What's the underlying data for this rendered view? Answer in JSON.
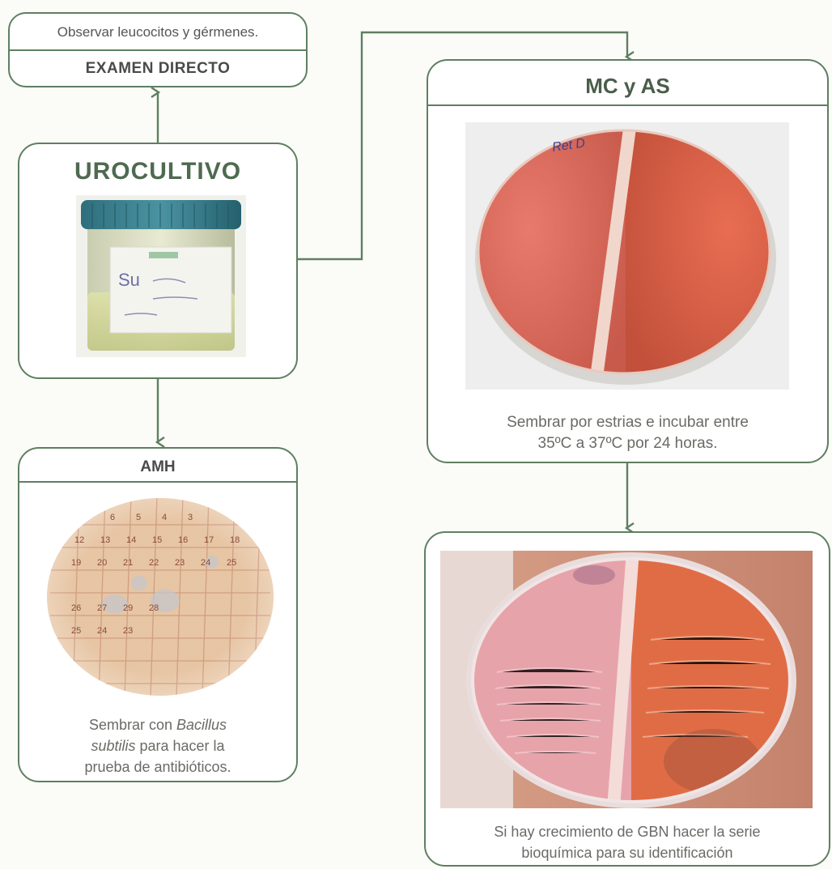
{
  "examen": {
    "note": "Observar leucocitos y gérmenes.",
    "title": "EXAMEN DIRECTO"
  },
  "urocultivo": {
    "title": "UROCULTIVO",
    "label_text": "Su"
  },
  "mcas": {
    "title": "MC y AS",
    "plate_label": "Ret D",
    "caption_line1": "Sembrar por estrias e incubar entre",
    "caption_line2": "35ºC a 37ºC por 24 horas."
  },
  "amh": {
    "title": "AMH",
    "grid_numbers": [
      "6",
      "5",
      "4",
      "3",
      "12",
      "13",
      "14",
      "15",
      "16",
      "17",
      "18",
      "19",
      "20",
      "21",
      "22",
      "23",
      "24",
      "25",
      "26",
      "27",
      "29",
      "28",
      "25",
      "24",
      "23"
    ],
    "caption_pre": "Sembrar con ",
    "caption_italic1": "Bacillus",
    "caption_italic2": "subtilis",
    "caption_post": " para hacer la",
    "caption_line3": "prueba de antibióticos."
  },
  "growth": {
    "caption_line1": "Si hay crecimiento de GBN hacer la serie",
    "caption_line2": "bioquímica para su identificación"
  },
  "colors": {
    "border": "#5f7f60",
    "title_text": "#4a5e4b",
    "caption_text": "#6a6a66"
  }
}
